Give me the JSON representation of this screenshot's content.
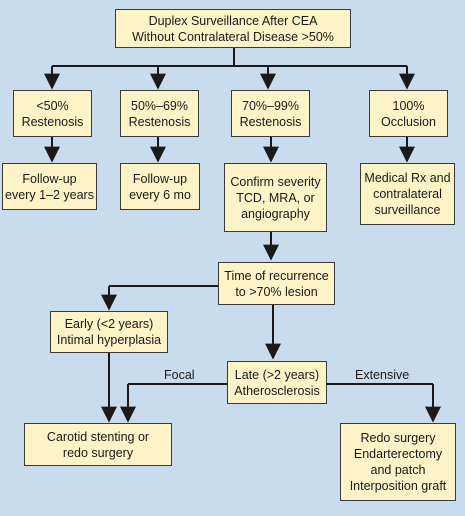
{
  "diagram": {
    "nodes": [
      {
        "id": "root",
        "lines": [
          "Duplex Surveillance After CEA",
          "Without Contralateral Disease >50%"
        ]
      },
      {
        "id": "lt50",
        "lines": [
          "<50%",
          "Restenosis"
        ]
      },
      {
        "id": "r50_69",
        "lines": [
          "50%–69%",
          "Restenosis"
        ]
      },
      {
        "id": "r70_99",
        "lines": [
          "70%–99%",
          "Restenosis"
        ]
      },
      {
        "id": "occl",
        "lines": [
          "100%",
          "Occlusion"
        ]
      },
      {
        "id": "fu12",
        "lines": [
          "Follow-up",
          "every 1–2 years"
        ]
      },
      {
        "id": "fu6",
        "lines": [
          "Follow-up",
          "every 6 mo"
        ]
      },
      {
        "id": "confirm",
        "lines": [
          "Confirm severity",
          "TCD, MRA, or",
          "angiography"
        ]
      },
      {
        "id": "medrx",
        "lines": [
          "Medical Rx and",
          "contralateral",
          "surveillance"
        ]
      },
      {
        "id": "time",
        "lines": [
          "Time of recurrence",
          "to >70% lesion"
        ]
      },
      {
        "id": "early",
        "lines": [
          "Early (<2 years)",
          "Intimal hyperplasia"
        ]
      },
      {
        "id": "late",
        "lines": [
          "Late (>2 years)",
          "Atherosclerosis"
        ]
      },
      {
        "id": "stent",
        "lines": [
          "Carotid stenting or",
          "redo surgery"
        ]
      },
      {
        "id": "redo",
        "lines": [
          "Redo surgery",
          "Endarterectomy",
          "and patch",
          "Interposition graft"
        ]
      }
    ],
    "edge_labels": {
      "focal": "Focal",
      "extensive": "Extensive"
    }
  }
}
